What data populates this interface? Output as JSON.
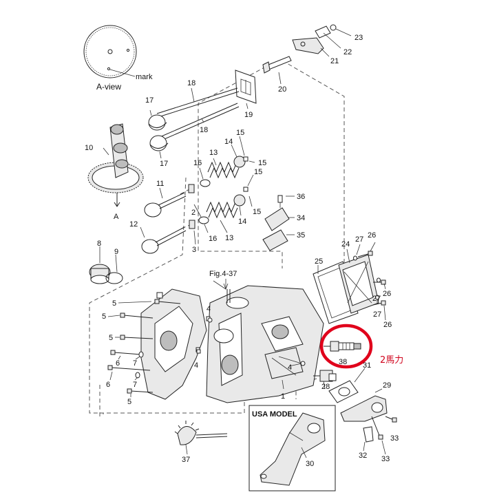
{
  "diagram": {
    "a_view_caption": "A-view",
    "mark_label": "mark",
    "section_marker": "A",
    "fig_ref": "Fig.4-37",
    "usa_model": "USA MODEL",
    "annotation": "2馬力",
    "highlight_color": "#e0001b",
    "annotation_color": "#d0021b",
    "parts": [
      "1",
      "2",
      "3",
      "4",
      "5",
      "6",
      "7",
      "8",
      "9",
      "10",
      "11",
      "12",
      "13",
      "14",
      "15",
      "16",
      "17",
      "18",
      "19",
      "20",
      "21",
      "22",
      "23",
      "24",
      "25",
      "26",
      "27",
      "28",
      "29",
      "30",
      "31",
      "32",
      "33",
      "34",
      "35",
      "36",
      "37",
      "38"
    ]
  }
}
